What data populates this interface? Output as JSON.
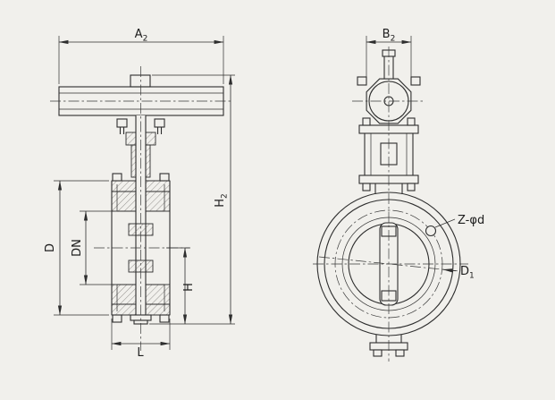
{
  "drawing": {
    "colors": {
      "background": "#f1f0ec",
      "line": "#2e2e2e"
    },
    "labels": {
      "a2": {
        "base": "A",
        "sub": "2"
      },
      "h2": {
        "base": "H",
        "sub": "2"
      },
      "d": "D",
      "dn": "DN",
      "h": "H",
      "l": "L",
      "b2": {
        "base": "B",
        "sub": "2"
      },
      "z_phi_d": "Z-φd",
      "d1": {
        "base": "D",
        "sub": "1"
      }
    }
  }
}
